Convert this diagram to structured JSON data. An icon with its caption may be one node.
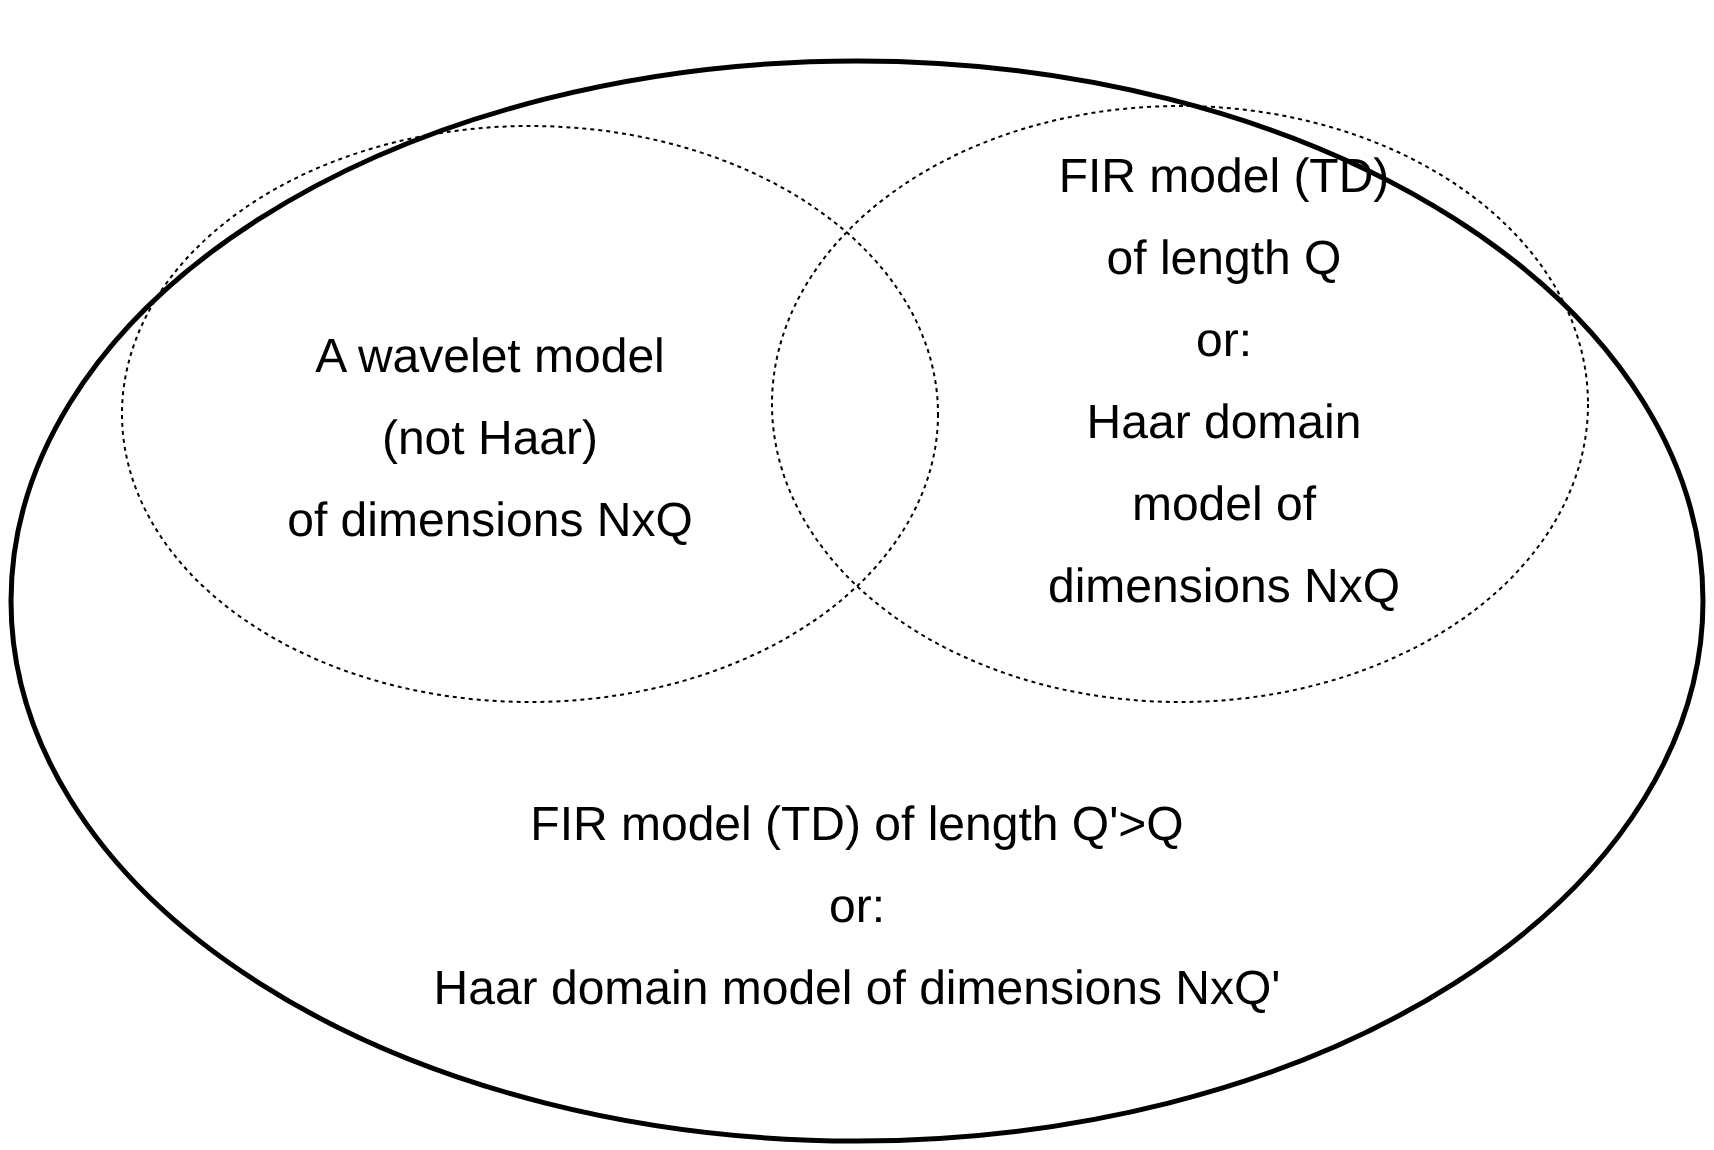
{
  "diagram": {
    "nodes": [
      {
        "text": [
          "FIR model (TD) of length Q'>Q",
          "or:",
          "Haar domain model of dimensions NxQ'"
        ]
      },
      {
        "text": [
          "A wavelet model",
          "(not Haar)",
          "of dimensions NxQ"
        ],
        "in": 0
      },
      {
        "text": [
          "FIR model (TD) of length Q",
          "or:",
          "Haar domain model of dimensions NxQ"
        ],
        "in": 0
      }
    ]
  }
}
